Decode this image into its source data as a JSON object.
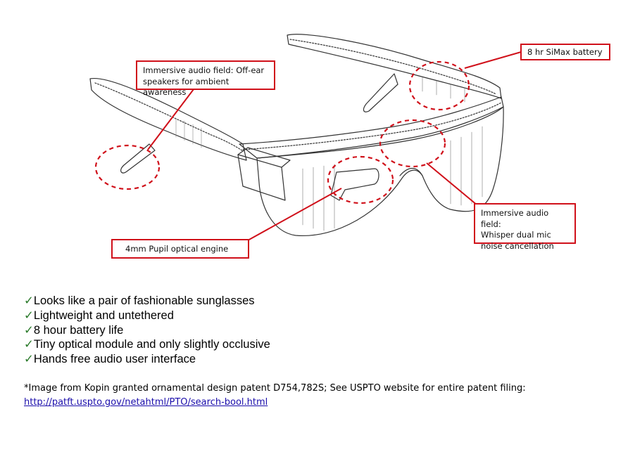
{
  "callouts": {
    "audio_offear": [
      "Immersive audio field: Off-ear",
      "speakers for ambient awareness"
    ],
    "battery": "8 hr SiMax battery",
    "mic": [
      "Immersive audio field:",
      "Whisper dual mic",
      "noise cancellation"
    ],
    "optics": "4mm Pupil optical engine"
  },
  "features": [
    "Looks like a pair of fashionable sunglasses",
    "Lightweight and untethered",
    "8 hour battery life",
    "Tiny optical module and only slightly occlusive",
    "Hands free audio user interface"
  ],
  "check_glyph": "✓",
  "footnote": {
    "text": "*Image from Kopin granted ornamental design patent D754,782S; See USPTO website for entire patent filing:",
    "link": "http://patft.uspto.gov/netahtml/PTO/search-bool.html"
  },
  "colors": {
    "callout_red": "#d0101a",
    "link_blue": "#1a0dab",
    "check_green": "#2a7a2a"
  }
}
